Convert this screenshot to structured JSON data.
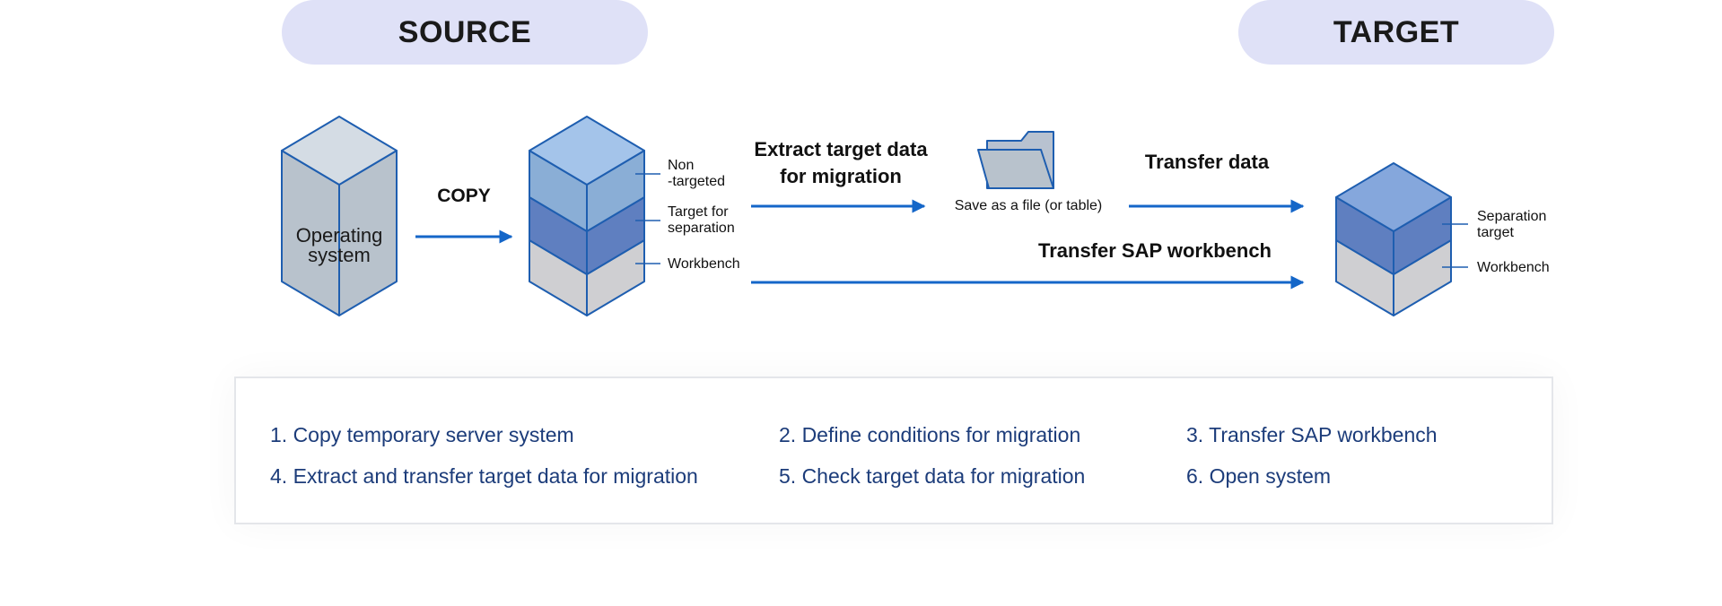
{
  "headers": {
    "source": "SOURCE",
    "target": "TARGET"
  },
  "diagram": {
    "os_line1": "Operating",
    "os_line2": "system",
    "copy_label": "COPY",
    "source_layers": {
      "non_targeted_1": "Non",
      "non_targeted_2": "-targeted",
      "separation_1": "Target for",
      "separation_2": "separation",
      "workbench": "Workbench"
    },
    "extract_label_1": "Extract target data",
    "extract_label_2": "for migration",
    "file_label": "Save as a file (or table)",
    "transfer_data_label": "Transfer data",
    "transfer_workbench_label": "Transfer SAP workbench",
    "target_layers": {
      "separation_1": "Separation",
      "separation_2": "target",
      "workbench": "Workbench"
    }
  },
  "steps": [
    "1. Copy temporary server system",
    "2. Define conditions for migration",
    "3. Transfer SAP workbench",
    "4. Extract and transfer target data for migration",
    "5. Check target data for migration",
    "6. Open system"
  ],
  "colors": {
    "arrow": "#1466c8",
    "edge": "#1e5eb0",
    "pill": "#dfe1f7",
    "step_text": "#1c3c7a"
  }
}
